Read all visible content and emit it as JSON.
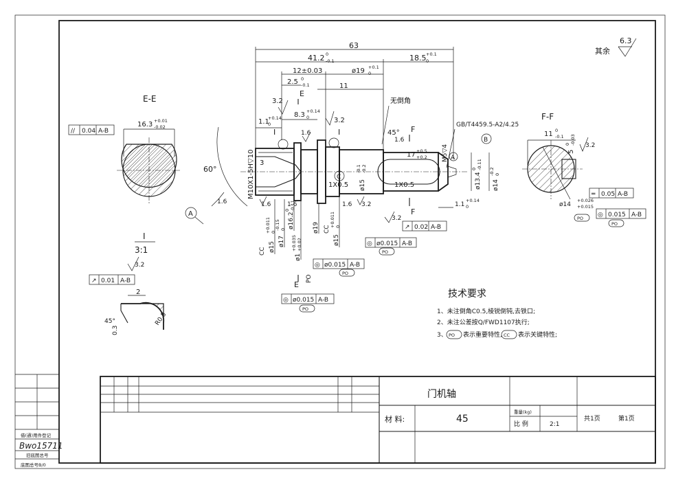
{
  "drawing": {
    "section_ee": "E-E",
    "section_ff": "F-F",
    "detail_i": "I",
    "detail_scale": "3:1",
    "roughness_other_label": "其余",
    "roughness_other_value": "6.3"
  },
  "dims": {
    "overall": "63",
    "d41": "41.2",
    "d41_up": "0",
    "d41_lo": "-0.1",
    "d18": "18.5",
    "d18_up": "+0.1",
    "d18_lo": "0",
    "d12": "12±0.03",
    "d19": "ø19",
    "d19_up": "+0.1",
    "d19_lo": "0",
    "d25": "2.5",
    "d25_up": "0",
    "d25_lo": "-0.1",
    "d11": "11",
    "d83": "8.3",
    "d83_up": "+0.14",
    "d83_lo": "0",
    "d11l": "1.1",
    "d11l_up": "+0.14",
    "d11l_lo": "0",
    "d11r": "1.1",
    "d11r_up": "+0.14",
    "d11r_lo": "0",
    "ee_16": "16.3",
    "ee_16_up": "+0.01",
    "ee_16_lo": "-0.02",
    "ff_11": "11",
    "ff_11_up": "0",
    "ff_11_lo": "-0.1",
    "ff_5": "5",
    "ff_5_up": "0",
    "ff_5_lo": "-0.03",
    "thread": "M10X1-5H▽10",
    "angle60": "60°",
    "angle45": "45°",
    "angle45d": "45°",
    "num3": "3",
    "cham1": "1X0.5",
    "cham2": "1X0.5",
    "key17": "17",
    "key17_up": "+0.5",
    "key17_lo": "+0.2",
    "m5": "M5▽4",
    "gb": "GB/T4459.5-A2/4.25",
    "no_chamfer": "无倒角",
    "d134": "ø13.4",
    "d134_up": "0",
    "d134_lo": "-0.11",
    "d14": "ø14",
    "d14_up": "-0.2",
    "d14_lo": "0",
    "d15mid": "ø15",
    "d15mid_up": "-0.1",
    "d15mid_lo": "-0.2",
    "ff_d14": "ø14",
    "ff_d14_up": "+0.026",
    "ff_d14_lo": "+0.015",
    "d15a": "ø15",
    "d15a_up": "+0.011",
    "d15a_lo": "0",
    "d17": "ø17",
    "d17_up": "-0.15",
    "d17_lo": "0",
    "d162": "ø16.2",
    "d162_up": "0",
    "d162_lo": "-0.11",
    "d1": "ø1",
    "d1_up": "+0.035",
    "d1_lo": "+0.02",
    "d15b": "ø15",
    "d15b_up": "+0.011",
    "d15b_lo": "0",
    "det_2": "2",
    "det_r": "R0.8",
    "det_03": "0.3"
  },
  "rough": {
    "r32": "3.2",
    "r16": "1.6"
  },
  "letters": {
    "A": "A",
    "B": "B",
    "C": "C",
    "E": "E",
    "F": "F",
    "I": "I"
  },
  "gdt": {
    "par_sym": "//",
    "par_val": "0.04",
    "par_ref": "A-B",
    "run_sym": "↗",
    "run_val": "0.02",
    "run_ref": "A-B",
    "run2_val": "0.01",
    "run2_ref": "A-B",
    "flat_sym": "═",
    "flat_val": "0.05",
    "flat_ref": "A-B",
    "conc_sym": "◎",
    "conc_val1": "ø0.015",
    "conc_ref1": "A-B",
    "conc_val2": "ø0.015",
    "conc_ref2": "A-B",
    "conc_val3": "ø0.015",
    "conc_ref3": "A-B",
    "conc_val4": "0.015",
    "conc_ref4": "A-B",
    "po": "PO",
    "cc": "CC"
  },
  "tech": {
    "title": "技术要求",
    "line1": "1、未注倒角C0.5,棱锐倒钝,去铁口;",
    "line2": "2、未注公差按Q/FWD1107执行;",
    "line3a": "3、",
    "line3b": "表示重要特性,",
    "line3c": "表示关键特性;"
  },
  "titleblock": {
    "part_name": "门机轴",
    "material_label": "材 料:",
    "material_value": "45",
    "weight_label": "重量(kg)",
    "scale_label": "比 例",
    "scale_value": "2:1",
    "total_sheets": "共1页",
    "sheet_no": "第1页"
  },
  "side": {
    "reg_label": "借(通)用件登记",
    "reg_value": "Bwo15711",
    "archive_label": "旧底图总号",
    "base_label": "底图总号B/0"
  }
}
